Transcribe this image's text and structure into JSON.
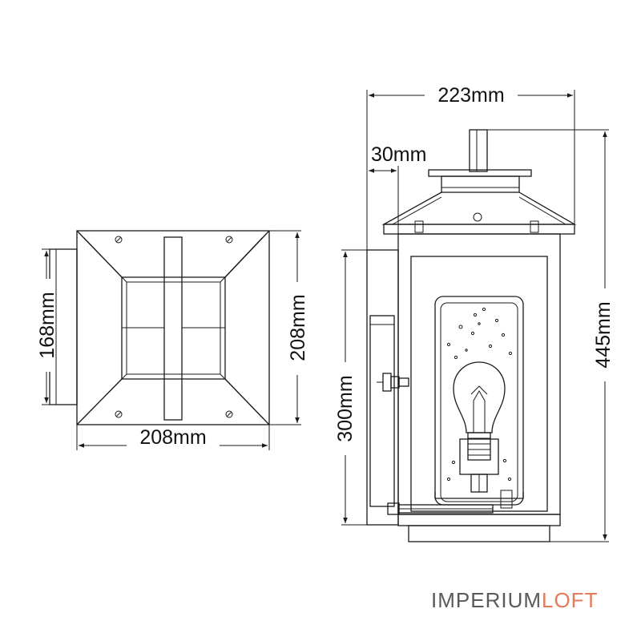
{
  "dimensions": {
    "plate_height": "168mm",
    "backplate_height": "208mm",
    "backplate_width": "208mm",
    "lantern_width": "223mm",
    "wall_offset": "30mm",
    "lantern_height": "445mm",
    "mount_height": "300mm"
  },
  "brand": {
    "part1": "IMPERIUM",
    "part2": "LOFT"
  },
  "colors": {
    "line": "#1a1a1a",
    "brand_grey": "#5a5a5a",
    "brand_accent": "#e27a5b"
  }
}
